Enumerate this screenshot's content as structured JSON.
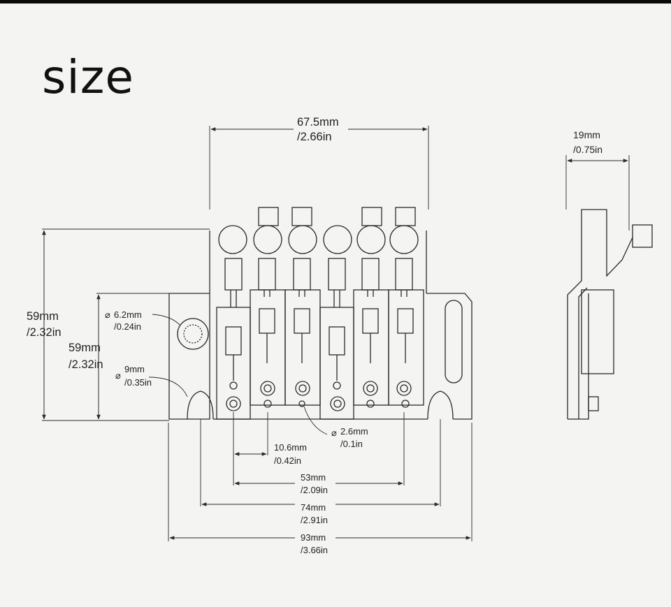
{
  "title": "size",
  "dimensions": {
    "top_width": {
      "mm": "67.5mm",
      "in": "/2.66in"
    },
    "side_depth": {
      "mm": "19mm",
      "in": "/0.75in"
    },
    "height_outer": {
      "mm": "59mm",
      "in": "/2.32in"
    },
    "height_inner": {
      "mm": "59mm",
      "in": "/2.32in"
    },
    "hole_large": {
      "mm": "6.2mm",
      "in": "/0.24in"
    },
    "slot_dia": {
      "mm": "9mm",
      "in": "/0.35in"
    },
    "screw_small": {
      "mm": "2.6mm",
      "in": "/0.1in"
    },
    "saddle_spacing": {
      "mm": "10.6mm",
      "in": "/0.42in"
    },
    "string_span": {
      "mm": "53mm",
      "in": "/2.09in"
    },
    "mount_span": {
      "mm": "74mm",
      "in": "/2.91in"
    },
    "base_width": {
      "mm": "93mm",
      "in": "/3.66in"
    }
  },
  "diameter_symbol": "⌀",
  "colors": {
    "line": "#2a2a2a",
    "background": "#f4f4f2",
    "topbar": "#0a0a0a"
  }
}
